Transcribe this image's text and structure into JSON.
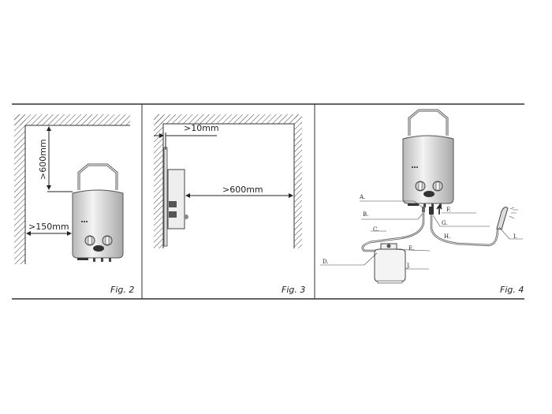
{
  "figures": {
    "fig2": {
      "caption": "Fig. 2",
      "clearance_top": ">600mm",
      "clearance_side": ">150mm"
    },
    "fig3": {
      "caption": "Fig. 3",
      "clearance_wall": ">10mm",
      "clearance_front": ">600mm"
    },
    "fig4": {
      "caption": "Fig. 4",
      "labels": [
        "A.",
        "B.",
        "C.",
        "D.",
        "E.",
        "F.",
        "G.",
        "H.",
        "I.",
        "J."
      ]
    }
  },
  "colors": {
    "line": "#333333",
    "body": "#d8d8d8"
  }
}
